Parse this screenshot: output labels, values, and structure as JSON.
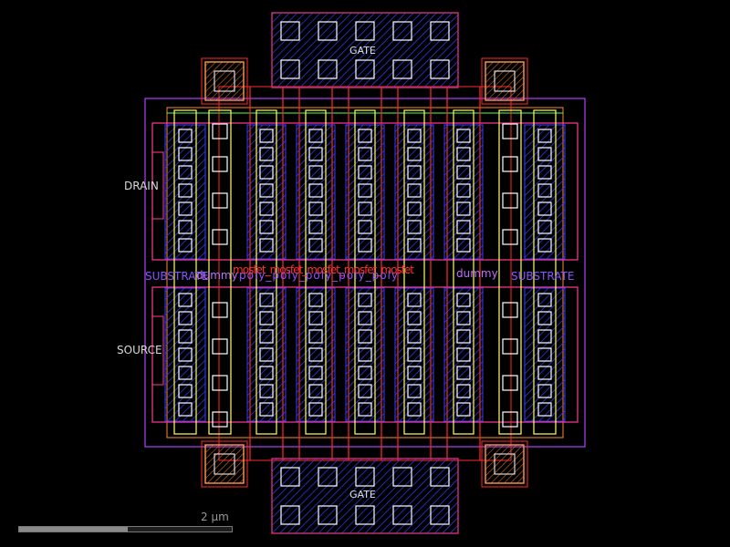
{
  "labels": {
    "gate_top": "GATE",
    "gate_bottom": "GATE",
    "drain": "DRAIN",
    "source": "SOURCE",
    "substrate_left": "SUBSTRATE",
    "substrate_right": "SUBSTRATE",
    "dummy_left": "dummy",
    "dummy_right": "dummy",
    "overlap_red": "mosfet_mosfet_mosfet_mosfet_mosfet",
    "overlap_purple": "poly_poly_poly_poly_poly"
  },
  "scale": {
    "label": "2 µm",
    "fill_fraction": 0.51
  },
  "colors": {
    "background": "#000000",
    "metal1": "#3c3cff",
    "poly": "#ff2a2a",
    "diffusion": "#ffff66",
    "contact": "#ffffff",
    "implant": "#ff3a9a",
    "well": "#b040ff",
    "via": "#ff9a4a",
    "nwell_line": "#55ff55"
  }
}
